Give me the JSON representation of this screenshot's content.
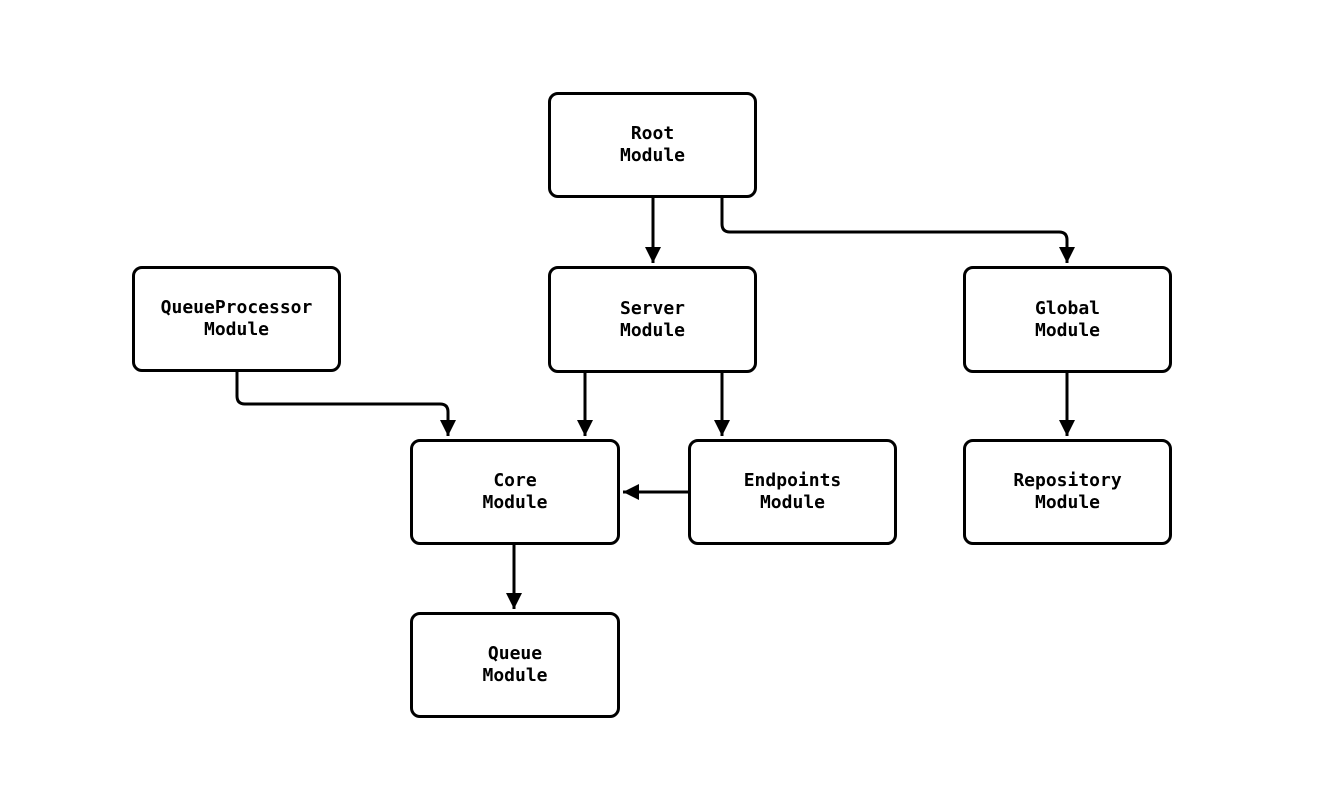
{
  "diagram": {
    "type": "flowchart",
    "background": "#ffffff",
    "colors": {
      "node_border": "#000000",
      "node_fill": "#ffffff",
      "edge": "#000000",
      "text": "#000000"
    },
    "nodes": {
      "root": {
        "label": "Root\nModule"
      },
      "queueprocessor": {
        "label": "QueueProcessor\nModule"
      },
      "server": {
        "label": "Server\nModule"
      },
      "global": {
        "label": "Global\nModule"
      },
      "core": {
        "label": "Core\nModule"
      },
      "endpoints": {
        "label": "Endpoints\nModule"
      },
      "repository": {
        "label": "Repository\nModule"
      },
      "queue": {
        "label": "Queue\nModule"
      }
    },
    "edges": [
      {
        "from": "Root Module",
        "to": "Server Module"
      },
      {
        "from": "Root Module",
        "to": "Global Module"
      },
      {
        "from": "QueueProcessor Module",
        "to": "Core Module"
      },
      {
        "from": "Server Module",
        "to": "Core Module"
      },
      {
        "from": "Server Module",
        "to": "Endpoints Module"
      },
      {
        "from": "Endpoints Module",
        "to": "Core Module"
      },
      {
        "from": "Global Module",
        "to": "Repository Module"
      },
      {
        "from": "Core Module",
        "to": "Queue Module"
      }
    ]
  }
}
